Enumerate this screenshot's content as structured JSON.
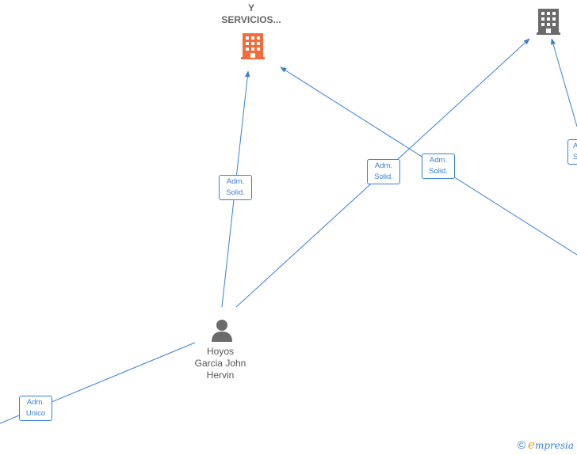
{
  "nodes": {
    "company_main": {
      "label_lines": [
        "Y",
        "SERVICIOS..."
      ],
      "icon": "building-icon",
      "color": "#f26b3a"
    },
    "company_right": {
      "label_lines": [],
      "icon": "building-icon",
      "color": "#6b6b6b"
    },
    "person": {
      "label_lines": [
        "Hoyos",
        "Garcia John",
        "Hervin"
      ],
      "icon": "person-icon",
      "color": "#6b6b6b"
    }
  },
  "edge_labels": {
    "person_to_main": [
      "Adm.",
      "Solid."
    ],
    "person_to_right": [
      "Adm.",
      "Solid."
    ],
    "offscreen_to_main": [
      "Adm.",
      "Solid."
    ],
    "offscreen_to_right_partial": [
      "A",
      "S"
    ],
    "offscreen_to_person": [
      "Adm.",
      "Unico"
    ]
  },
  "edge_color": "#3a7fd5",
  "brand": {
    "copyright": "©",
    "initial": "e",
    "rest": "mpresia"
  }
}
